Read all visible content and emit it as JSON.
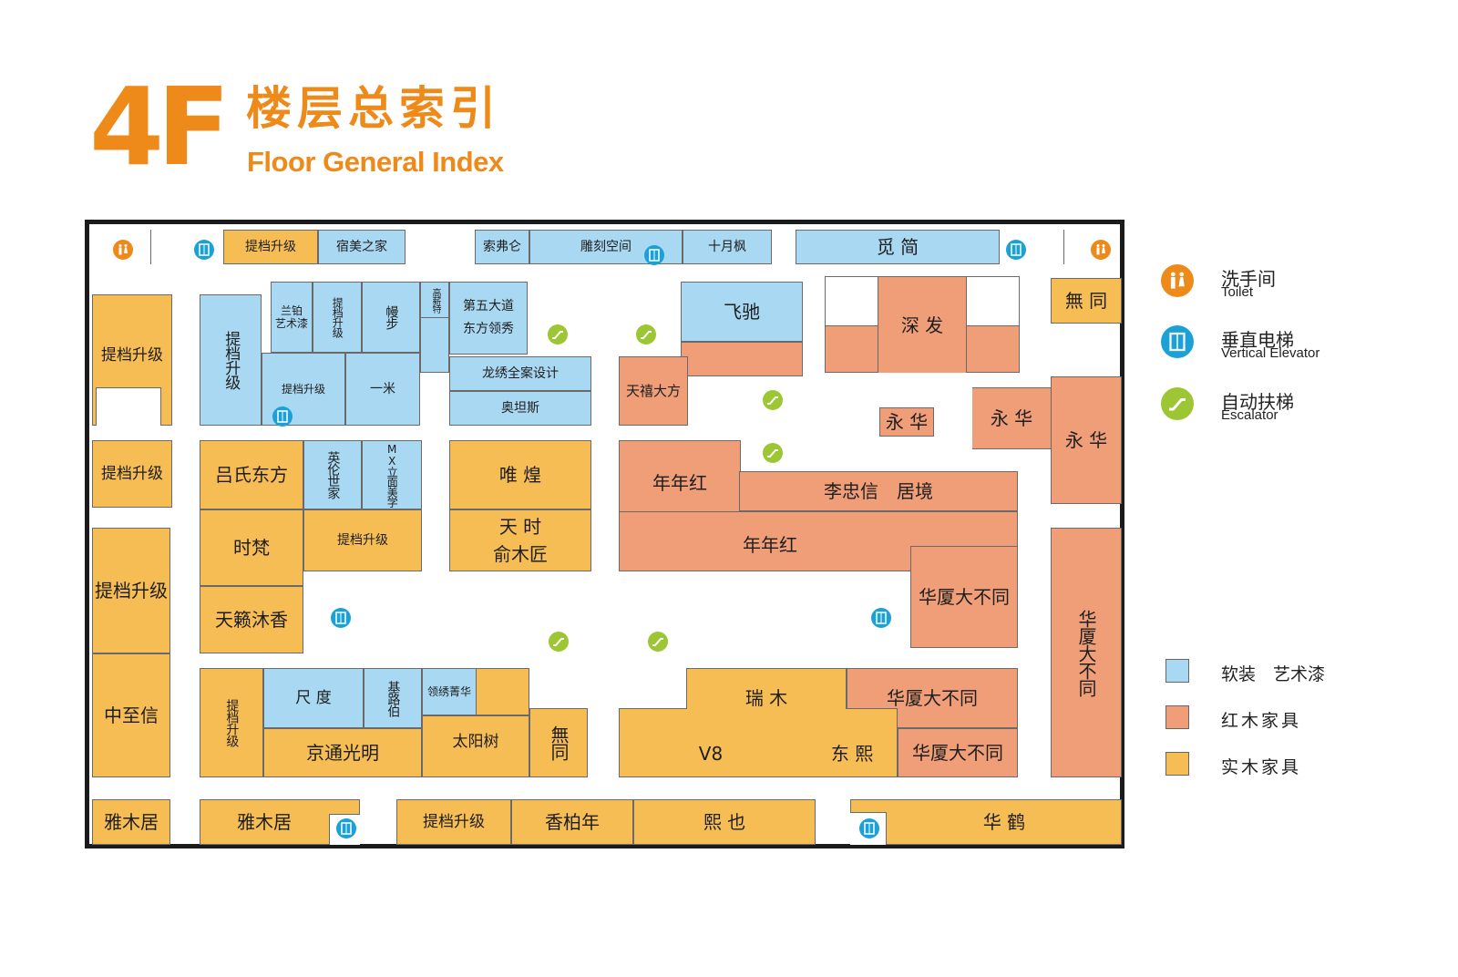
{
  "header": {
    "floor": "4F",
    "title_cn": "楼层总索引",
    "title_en": "Floor General Index"
  },
  "colors": {
    "accent": "#ee8a1a",
    "soft_decor": "#a8d8f2",
    "redwood": "#ef9e78",
    "solid_wood": "#f6bd55",
    "elevator": "#1ba1d8",
    "escalator": "#9cc634"
  },
  "legend": {
    "facilities": [
      {
        "cn": "洗手间",
        "en": "Toilet",
        "icon": "toilet-icon"
      },
      {
        "cn": "垂直电梯",
        "en": "Vertical Elevator",
        "icon": "elevator-icon"
      },
      {
        "cn": "自动扶梯",
        "en": "Escalator",
        "icon": "escalator-icon"
      }
    ],
    "categories": [
      {
        "label": "软装　艺术漆",
        "color": "#a8d8f2"
      },
      {
        "label": "红木家具",
        "color": "#ef9e78"
      },
      {
        "label": "实木家具",
        "color": "#f6bd55"
      }
    ]
  },
  "shops": {
    "s01": "提档升级",
    "s02": "宿美之家",
    "s03": "索弗仑",
    "s04": "雕刻空间",
    "s05": "十月枫",
    "s06": "觅 简",
    "s07": "兰铂\n艺术漆",
    "s08": "提档升级",
    "s09": "幔步",
    "s10": "高薪特",
    "s11": "第五大道\n东方领秀",
    "s12": "提档升级",
    "s13": "提档升级",
    "s14": "一米",
    "s15": "龙绣全案设计",
    "s16": "奥坦斯",
    "s17": "飞驰",
    "s18": "天禧大方",
    "s19": "深 发",
    "s20": "永 华",
    "s21": "永 华",
    "s22": "無 同",
    "s23": "提档升级",
    "s24": "提档升级",
    "s25": "吕氏东方",
    "s26": "英伦世家",
    "s27": "MX立面美学",
    "s28": "唯 煌",
    "s29": "天 时\n俞木匠",
    "s30": "年年红",
    "s31": "李忠信　居境",
    "s32": "年年红",
    "s33": "时梵",
    "s34": "提档升级",
    "s35": "天籁沐香",
    "s36": "提档升级",
    "s37": "华厦大不同",
    "s38": "华厦大不同",
    "s39": "中至信",
    "s40": "提档升级",
    "s41": "尺 度",
    "s42": "基路伯",
    "s43": "领绣菁华",
    "s44": "京通光明",
    "s45": "太阳树",
    "s46": "無同",
    "s47": "瑞 木",
    "s48": "华厦大不同",
    "s49": "V8",
    "s50": "东 熙",
    "s51": "华厦大不同",
    "s52": "雅木居",
    "s53": "雅木居",
    "s54": "提档升级",
    "s55": "香柏年",
    "s56": "熙 也",
    "s57": "华 鹤"
  }
}
